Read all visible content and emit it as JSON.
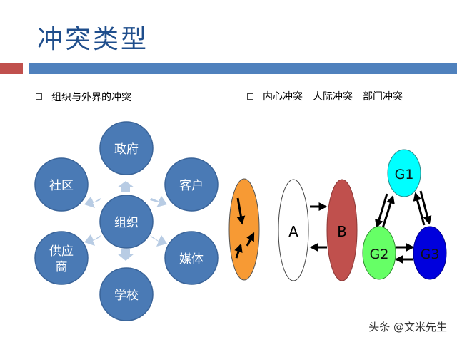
{
  "slide": {
    "title": "冲突类型",
    "bullet_left": "组织与外界的冲突",
    "bullet_right": "内心冲突　人际冲突　部门冲突",
    "watermark": "头条 @文米先生"
  },
  "org_diagram": {
    "center": "组织",
    "nodes": [
      "政府",
      "客户",
      "媒体",
      "学校",
      "供应商",
      "社区"
    ],
    "supplier_lines": [
      "供应",
      "商"
    ],
    "colors": {
      "circle": "#4a7ab5",
      "circle_edge": "#3a6499",
      "arrow": "#b8cce4",
      "text": "#ffffff"
    }
  },
  "conflict_diagram": {
    "person_a": "A",
    "person_b": "B",
    "groups": [
      "G1",
      "G2",
      "G3"
    ],
    "colors": {
      "internal": "#f79a34",
      "a_fill": "#ffffff",
      "b_fill": "#c0504d",
      "g1": "#00ffff",
      "g2": "#66ff66",
      "g3": "#0000dd"
    }
  }
}
